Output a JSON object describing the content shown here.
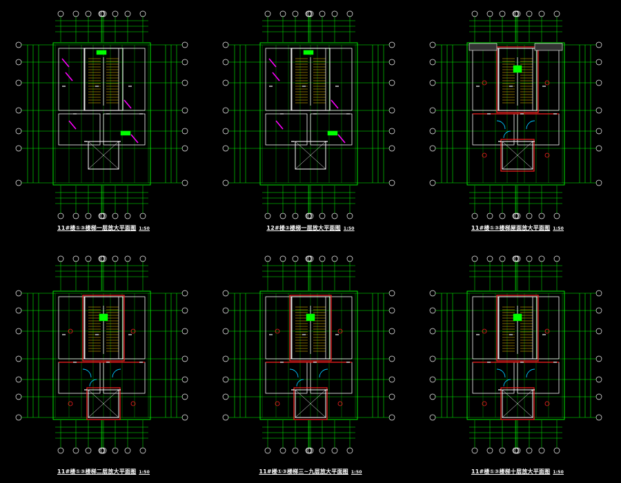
{
  "colors": {
    "background": "#000000",
    "grid": "#00ff00",
    "wall": "#ffffff",
    "accent_blue": "#00c8ff",
    "accent_red": "#ff2020",
    "accent_magenta": "#ff00ff",
    "accent_yellow": "#ffd000",
    "text": "#ffffff"
  },
  "sheets": [
    {
      "caption": "11#楼①③楼梯一层放大平面图",
      "scale": "1:50",
      "variant": "ground"
    },
    {
      "caption": "12#楼③楼梯一层放大平面图",
      "scale": "1:50",
      "variant": "ground"
    },
    {
      "caption": "11#楼①③楼梯屋面放大平面图",
      "scale": "1:50",
      "variant": "roof"
    },
    {
      "caption": "11#楼①③楼梯二层放大平面图",
      "scale": "1:50",
      "variant": "typical"
    },
    {
      "caption": "11#楼①③楼梯三~九层放大平面图",
      "scale": "1:50",
      "variant": "typical"
    },
    {
      "caption": "11#楼①③楼梯十层放大平面图",
      "scale": "1:50",
      "variant": "typical"
    }
  ]
}
